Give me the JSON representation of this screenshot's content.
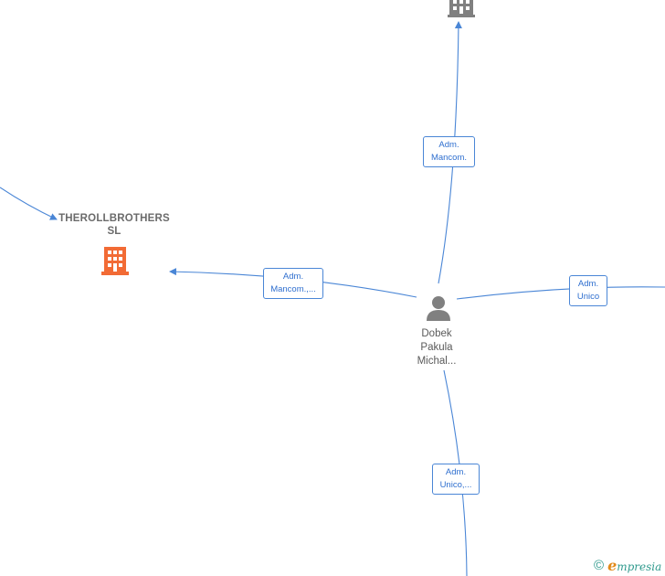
{
  "nodes": {
    "company_main": {
      "name_line1": "THEROLLBROTHERS",
      "name_line2": "SL",
      "color": "#f26b35"
    },
    "company_top": {
      "color": "#808080"
    },
    "person": {
      "name_line1": "Dobek",
      "name_line2": "Pakula",
      "name_line3": "Michal...",
      "color": "#808080"
    }
  },
  "edges": {
    "to_main": {
      "line1": "Adm.",
      "line2": "Mancom.,..."
    },
    "to_top": {
      "line1": "Adm.",
      "line2": "Mancom."
    },
    "to_right": {
      "line1": "Adm.",
      "line2": "Unico"
    },
    "to_bottom": {
      "line1": "Adm.",
      "line2": "Unico,..."
    }
  },
  "colors": {
    "edge": "#4a86d6",
    "brand": "#2f9a8d",
    "brand_accent": "#e28a1a"
  },
  "footer": {
    "copyright": "©",
    "brand_initial": "e",
    "brand_rest": "mpresia"
  }
}
